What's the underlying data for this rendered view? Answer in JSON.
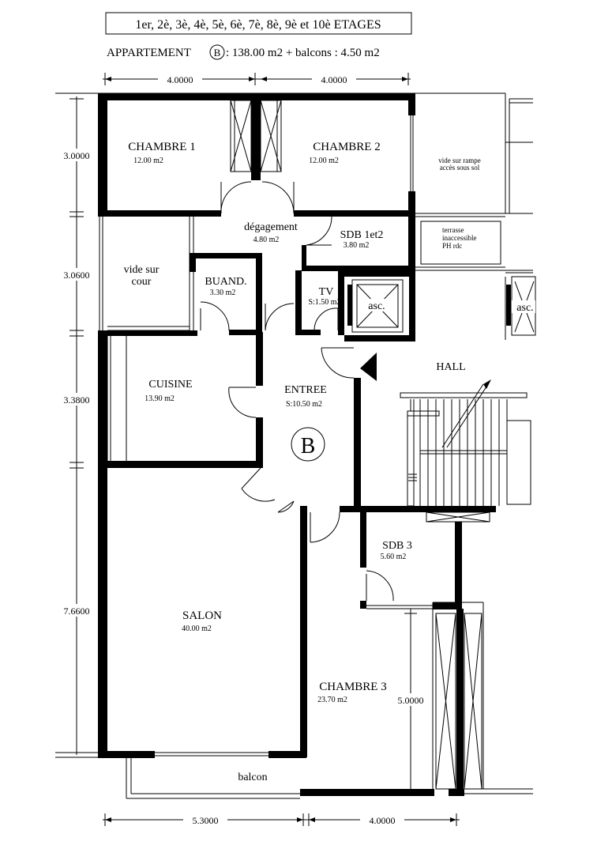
{
  "header": {
    "title": "1er, 2è, 3è, 4è, 5è, 6è, 7è, 8è, 9è et 10è ETAGES",
    "apartment_prefix": "APPARTEMENT",
    "apartment_letter": "B",
    "apartment_area": ":  138.00 m2 + balcons : 4.50 m2"
  },
  "dimensions": {
    "top_1": "4.0000",
    "top_2": "4.0000",
    "left_1": "3.0000",
    "left_2": "3.0600",
    "left_3": "3.3800",
    "left_4": "7.6600",
    "right_1": "5.0000",
    "bottom_1": "5.3000",
    "bottom_2": "4.0000"
  },
  "rooms": {
    "chambre1": {
      "name": "CHAMBRE 1",
      "area": "12.00 m2"
    },
    "chambre2": {
      "name": "CHAMBRE 2",
      "area": "12.00 m2"
    },
    "vide_rampe": {
      "line1": "vide sur rampe",
      "line2": "accès sous sol"
    },
    "degagement": {
      "name": "dégagement",
      "area": "4.80 m2"
    },
    "sdb12": {
      "name": "SDB 1et2",
      "area": "3.80 m2"
    },
    "terrasse": {
      "line1": "terrasse",
      "line2": "inaccessible",
      "line3": "PH rdc"
    },
    "vide_cour": {
      "line1": "vide sur",
      "line2": "cour"
    },
    "buand": {
      "name": "BUAND.",
      "area": "3.30 m2"
    },
    "tv": {
      "name": "TV",
      "area": "S:1.50 m2"
    },
    "asc1": {
      "name": "asc."
    },
    "asc2": {
      "name": "asc."
    },
    "hall": {
      "name": "HALL"
    },
    "cuisine": {
      "name": "CUISINE",
      "area": "13.90 m2"
    },
    "entree": {
      "name": "ENTREE",
      "area": "S:10.50 m2"
    },
    "unit_marker": {
      "letter": "B"
    },
    "sdb3": {
      "name": "SDB 3",
      "area": "5.60 m2"
    },
    "salon": {
      "name": "SALON",
      "area": "40.00 m2"
    },
    "chambre3": {
      "name": "CHAMBRE 3",
      "area": "23.70 m2"
    },
    "balcon": {
      "name": "balcon"
    }
  }
}
